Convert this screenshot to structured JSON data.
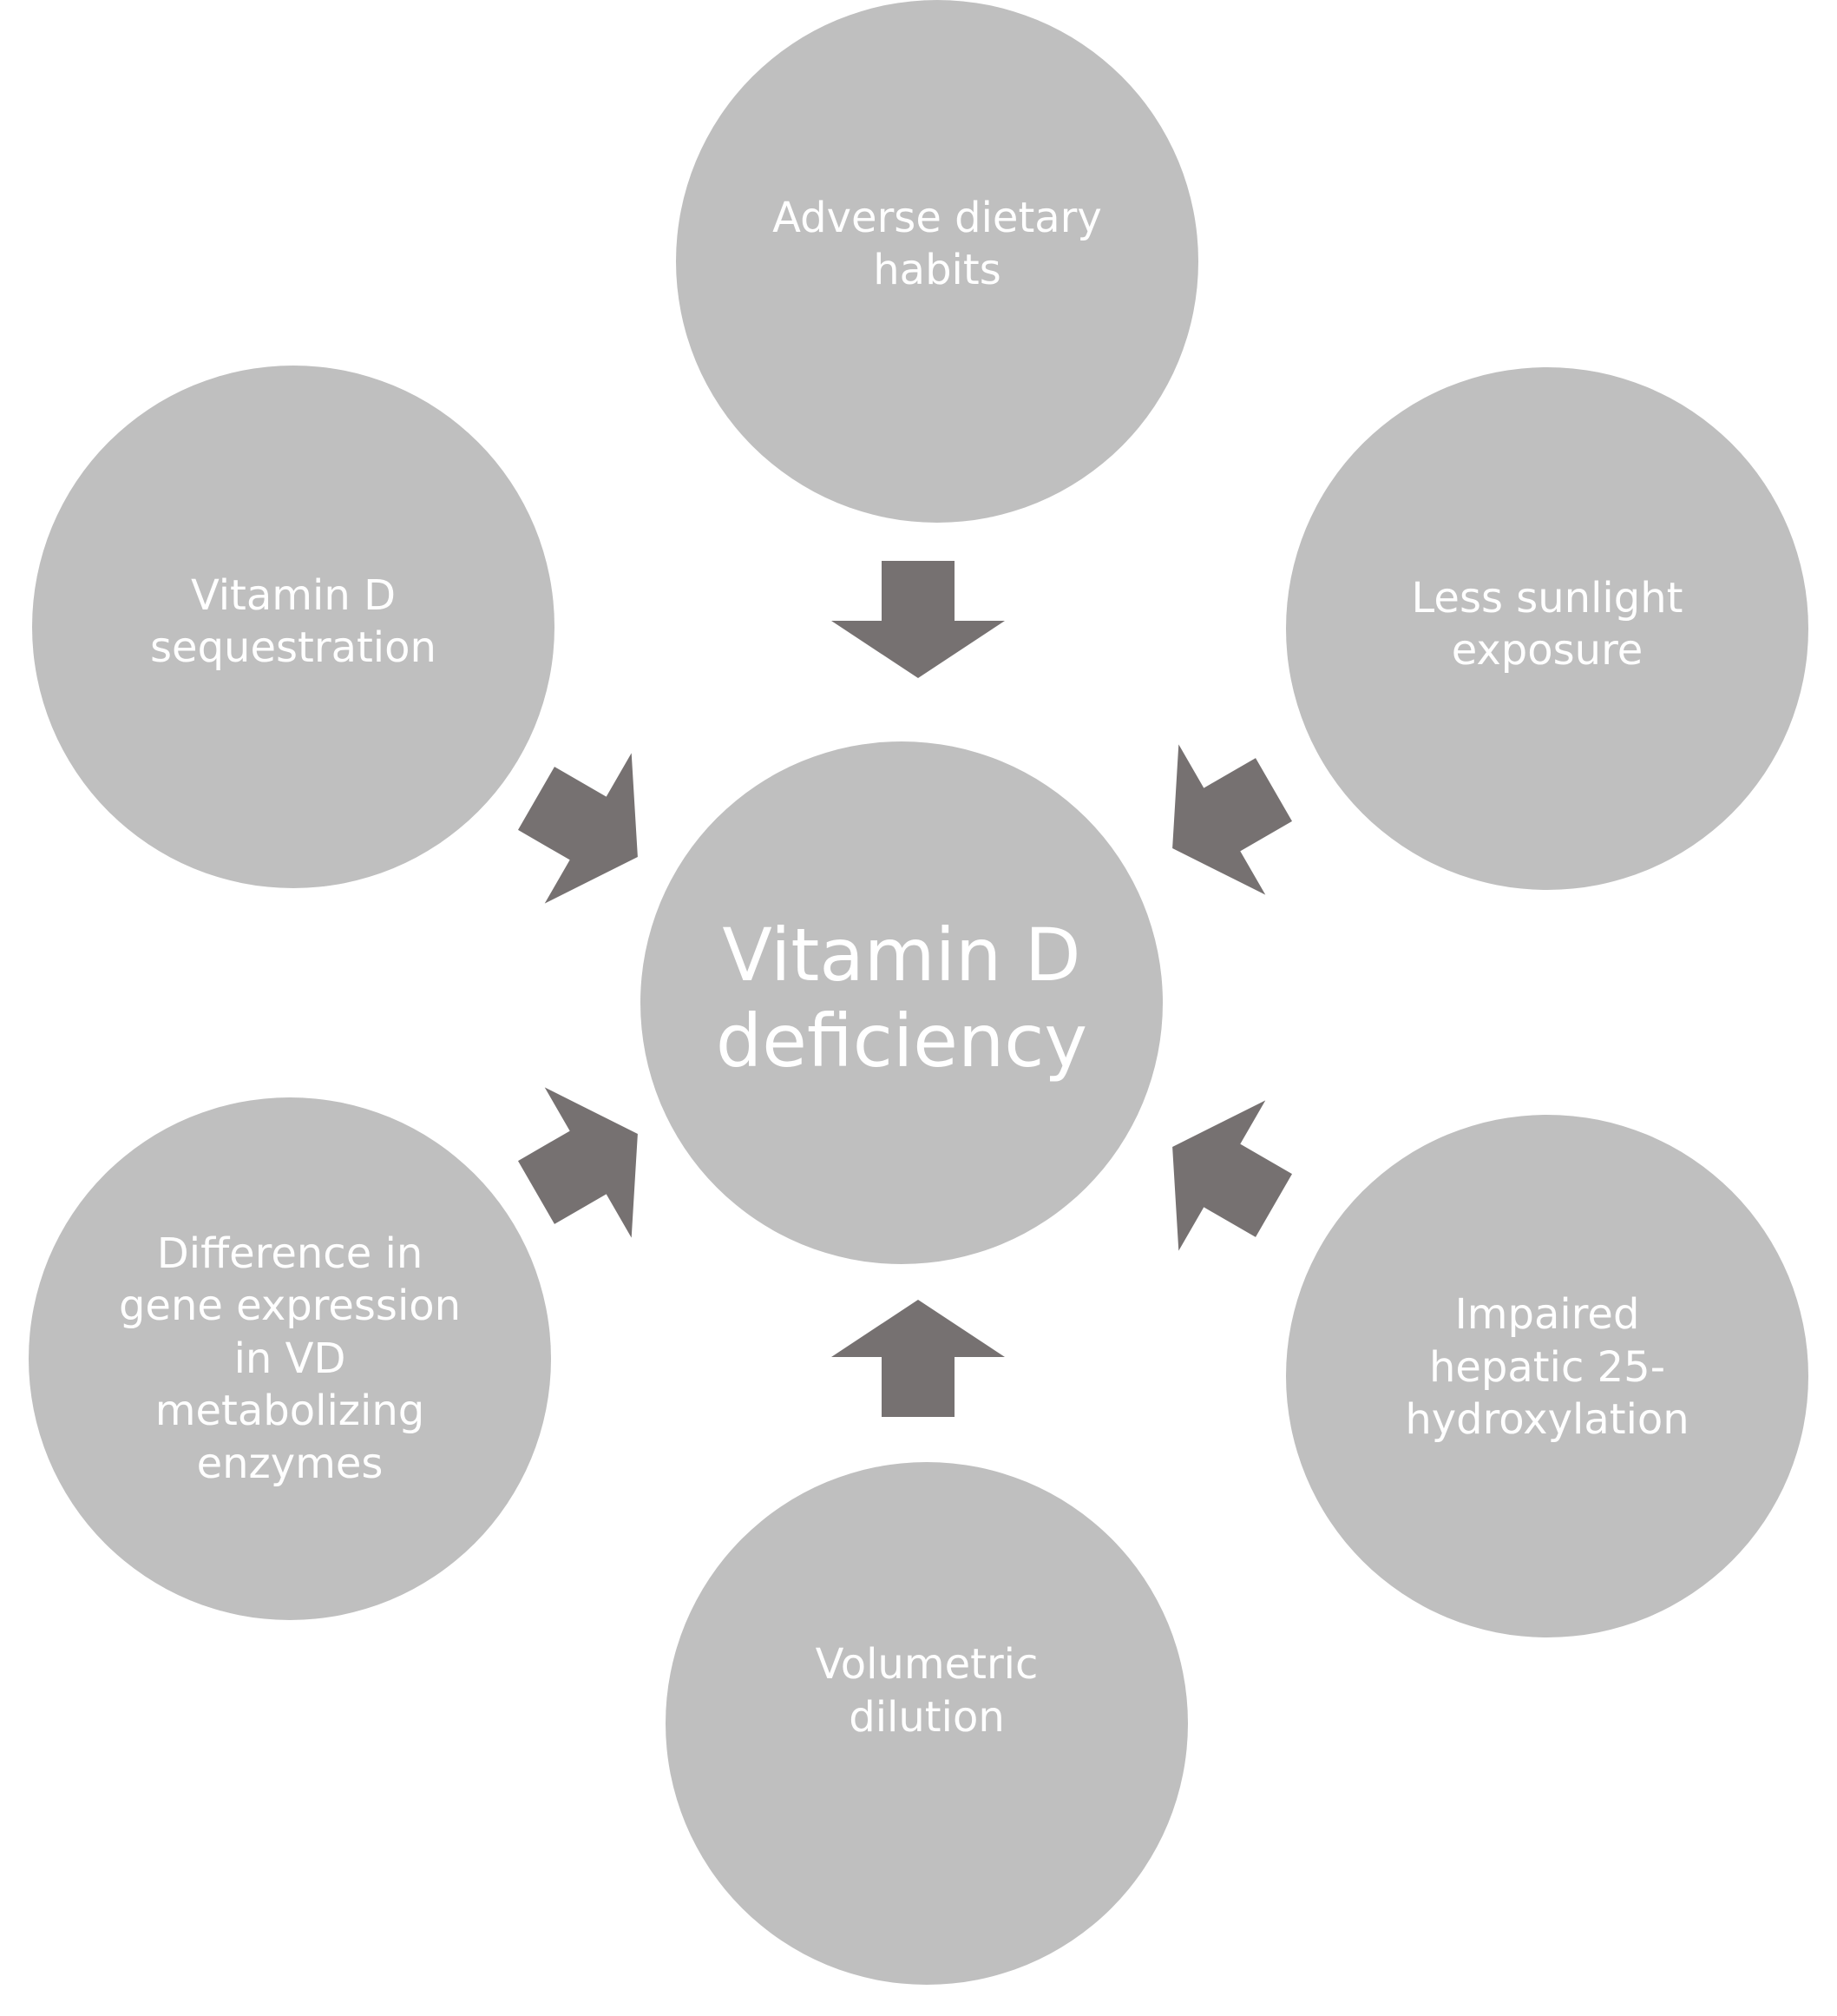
{
  "colors": {
    "circle_fill": "#bfbfbf",
    "arrow_fill": "#767171",
    "text": "#ffffff"
  },
  "center": {
    "label": "Vitamin D\ndeficiency"
  },
  "factors": [
    {
      "id": "dietary",
      "label": "Adverse dietary\nhabits"
    },
    {
      "id": "sunlight",
      "label": "Less sunlight\nexposure"
    },
    {
      "id": "hepatic",
      "label": "Impaired\nhepatic 25-\nhydroxylation"
    },
    {
      "id": "dilution",
      "label": "Volumetric\ndilution"
    },
    {
      "id": "gene",
      "label": "Difference in\ngene expression\nin VD\nmetabolizing\nenzymes"
    },
    {
      "id": "sequestration",
      "label": "Vitamin D\nsequestration"
    }
  ]
}
